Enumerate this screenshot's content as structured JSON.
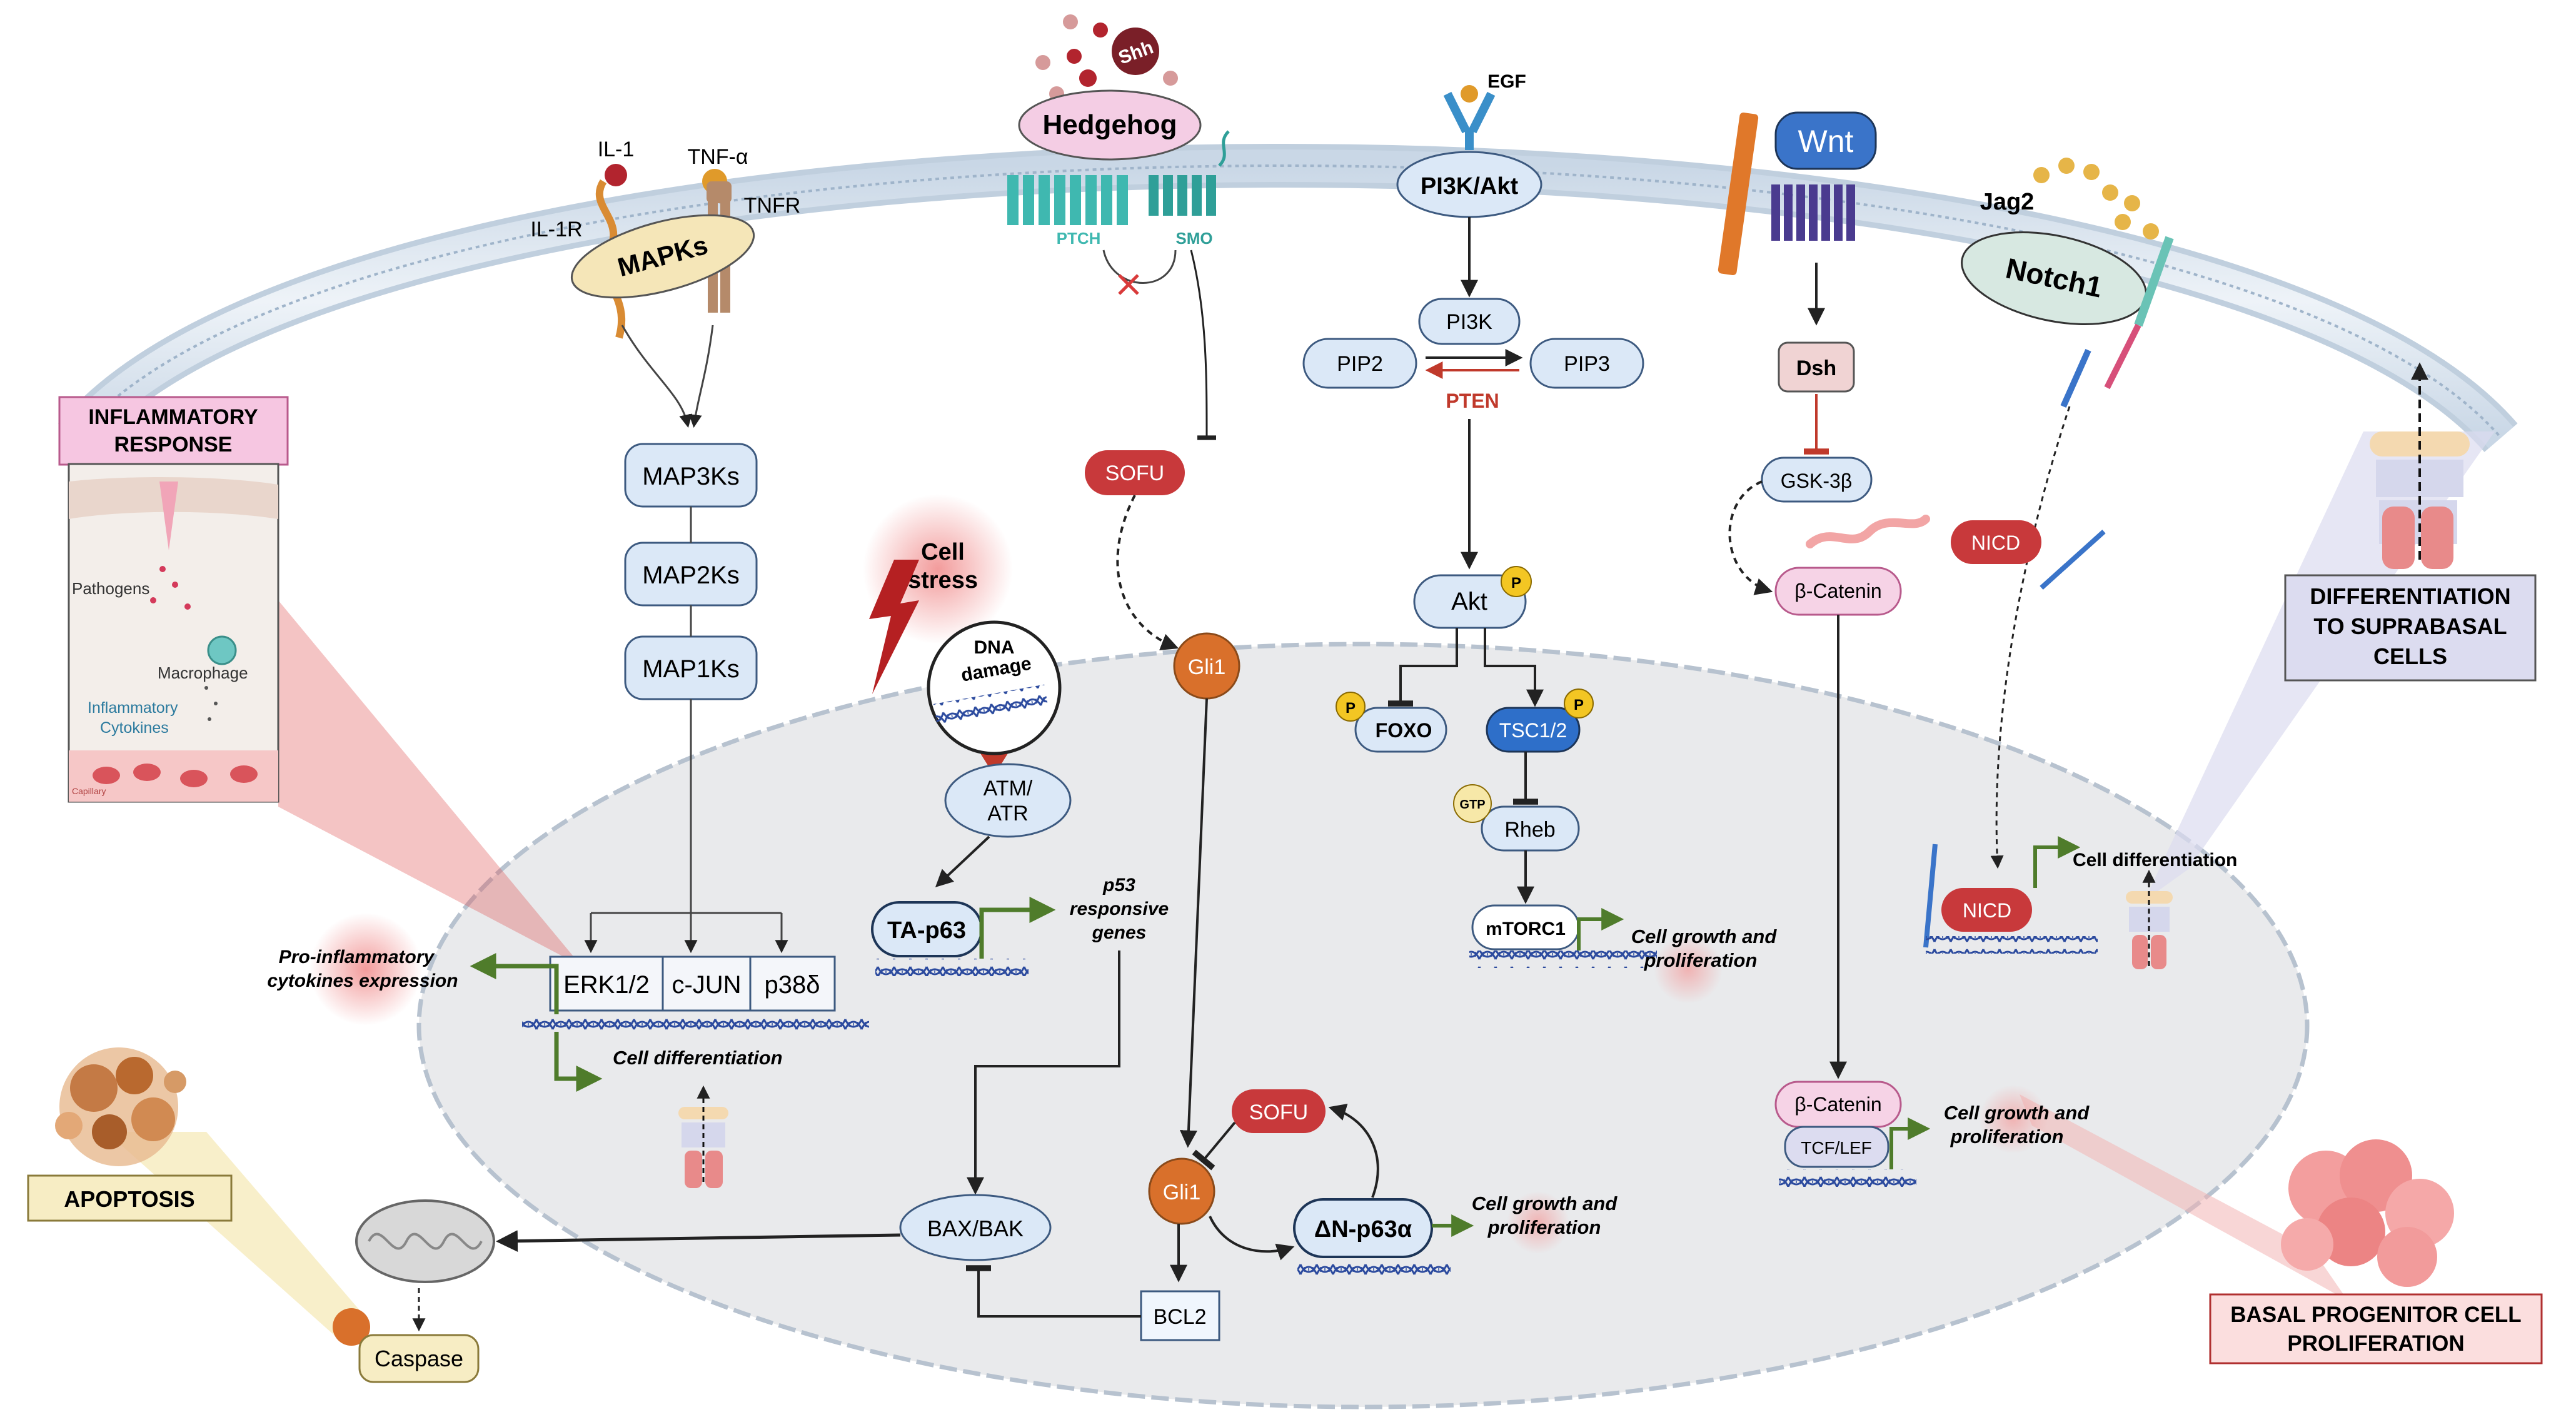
{
  "pathways": {
    "mapks": "MAPKs",
    "hedgehog": "Hedgehog",
    "pi3k_akt": "PI3K/Akt",
    "wnt": "Wnt",
    "notch1": "Notch1"
  },
  "ligands": {
    "il1": "IL-1",
    "il1r": "IL-1R",
    "tnfa": "TNF-α",
    "tnfr": "TNFR",
    "shh": "Shh",
    "egf": "EGF",
    "jag2": "Jag2"
  },
  "receptors": {
    "ptch": "PTCH",
    "smo": "SMO"
  },
  "nodes": {
    "map3ks": "MAP3Ks",
    "map2ks": "MAP2Ks",
    "map1ks": "MAP1Ks",
    "erk": "ERK1/2",
    "cjun": "c-JUN",
    "p38": "p38δ",
    "sofu_top": "SOFU",
    "gli1_top": "Gli1",
    "gli1_bottom": "Gli1",
    "sofu_loop": "SOFU",
    "dn_p63a": "ΔN-p63α",
    "bcl2": "BCL2",
    "bax_bak": "BAX/BAK",
    "caspase": "Caspase",
    "atm_atr_1": "ATM/",
    "atm_atr_2": "ATR",
    "ta_p63": "TA-p63",
    "pi3k": "PI3K",
    "pip2": "PIP2",
    "pip3": "PIP3",
    "pten": "PTEN",
    "akt": "Akt",
    "foxo": "FOXO",
    "tsc12": "TSC1/2",
    "rheb": "Rheb",
    "gtp": "GTP",
    "mtorc1": "mTORC1",
    "phospho": "P",
    "dsh": "Dsh",
    "gsk3b": "GSK-3β",
    "bcat_top": "β-Catenin",
    "bcat_bottom": "β-Catenin",
    "tcf_lef": "TCF/LEF",
    "nicd_top": "NICD",
    "nicd_bottom": "NICD"
  },
  "stress": {
    "cell_stress_1": "Cell",
    "cell_stress_2": "stress",
    "dna_damage_1": "DNA",
    "dna_damage_2": "damage"
  },
  "outcomes": {
    "pro_inflam_1": "Pro-inflammatory",
    "pro_inflam_2": "cytokines expression",
    "cell_diff_mapk": "Cell differentiation",
    "p53_1": "p53",
    "p53_2": "responsive",
    "p53_3": "genes",
    "growth_mtor_1": "Cell growth and",
    "growth_mtor_2": "proliferation",
    "growth_p63_1": "Cell growth and",
    "growth_p63_2": "proliferation",
    "growth_wnt_1": "Cell growth and",
    "growth_wnt_2": "proliferation",
    "cell_diff_notch": "Cell differentiation"
  },
  "callouts": {
    "inflammatory_1": "INFLAMMATORY",
    "inflammatory_2": "RESPONSE",
    "pathogens": "Pathogens",
    "macrophage": "Macrophage",
    "inflam_cyt_1": "Inflammatory",
    "inflam_cyt_2": "Cytokines",
    "capillary": "Capillary",
    "apoptosis": "APOPTOSIS",
    "differentiation_1": "DIFFERENTIATION",
    "differentiation_2": "TO SUPRABASAL",
    "differentiation_3": "CELLS",
    "basal_1": "BASAL PROGENITOR CELL",
    "basal_2": "PROLIFERATION"
  },
  "colors": {
    "membrane": "#a9bed4",
    "nucleus_fill": "#e9eaec",
    "nucleus_stroke": "#b7c2cf",
    "node_blue_fill": "#dbe8f7",
    "node_stroke": "#3d5a80",
    "gene_arrow": "#4f7c2b",
    "dna": "#2b4a9e",
    "sofu_red": "#c8393b",
    "gli_orange": "#d9702b",
    "pten_red": "#c0392b",
    "callout_pink": "#f6c6e1",
    "callout_yellow": "#f7edc4",
    "callout_lavender": "#dcdcf0",
    "callout_rose": "#fbdede",
    "wnt_blue": "#3a74c9",
    "hedgehog_pink": "#f4cde4",
    "notch_green": "#d7e8e1"
  }
}
